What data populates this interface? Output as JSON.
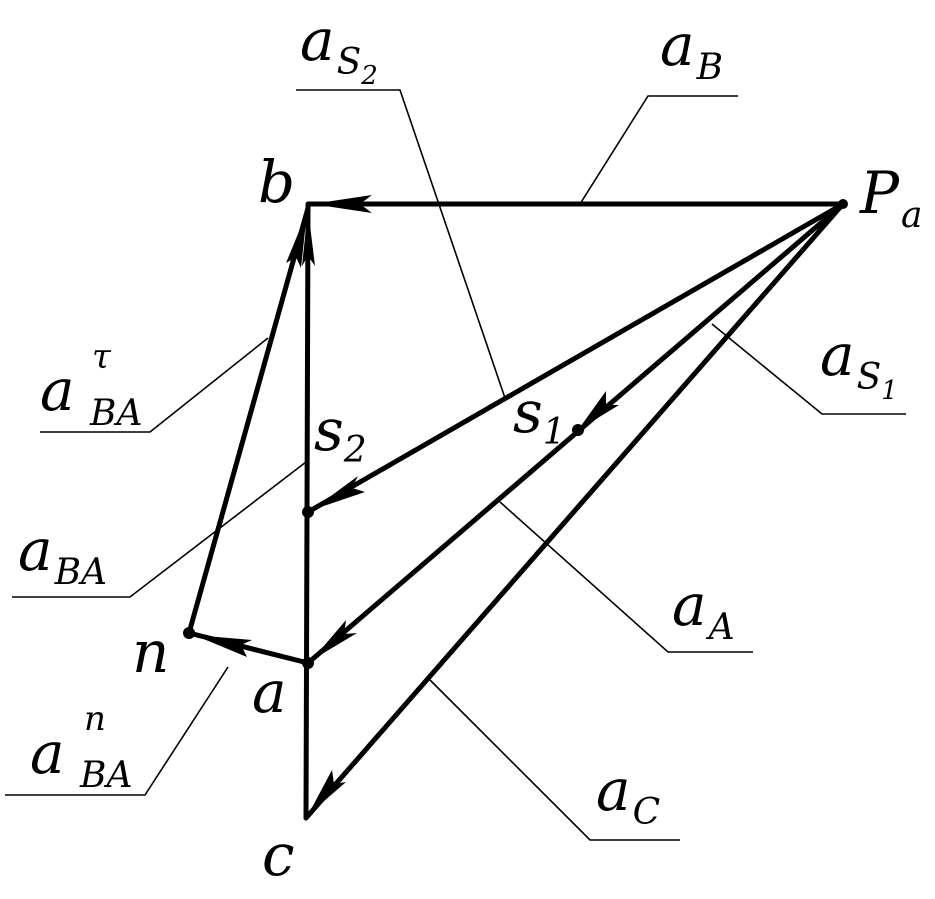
{
  "points": {
    "pole": {
      "main": "P",
      "sub": "a"
    },
    "b": "b",
    "a": "a",
    "c": "c",
    "n": "n",
    "s1": {
      "main": "s",
      "sub": "1"
    },
    "s2": {
      "main": "s",
      "sub": "2"
    }
  },
  "vectors": {
    "aB": {
      "main": "a",
      "sub": "B"
    },
    "aS2": {
      "main": "a",
      "sub": "S",
      "subsub": "2"
    },
    "aS1": {
      "main": "a",
      "sub": "S",
      "subsub": "1"
    },
    "aA": {
      "main": "a",
      "sub": "A"
    },
    "aC": {
      "main": "a",
      "sub": "C"
    },
    "aBA": {
      "main": "a",
      "sub": "BA"
    },
    "aBAtau": {
      "main": "a",
      "sub": "BA",
      "sup": "τ"
    },
    "aBAn": {
      "main": "a",
      "sub": "BA",
      "sup": "n"
    }
  },
  "colors": {
    "ink": "#000000",
    "background": "#ffffff"
  }
}
